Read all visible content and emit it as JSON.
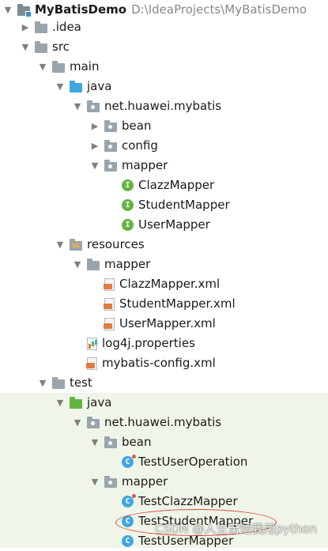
{
  "project": {
    "name": "MyBatisDemo",
    "path": "D:\\IdeaProjects\\MyBatisDemo"
  },
  "rows": [
    {
      "label": ".idea"
    },
    {
      "label": "src"
    },
    {
      "label": "main"
    },
    {
      "label": "java"
    },
    {
      "label": "net.huawei.mybatis"
    },
    {
      "label": "bean"
    },
    {
      "label": "config"
    },
    {
      "label": "mapper"
    },
    {
      "label": "ClazzMapper"
    },
    {
      "label": "StudentMapper"
    },
    {
      "label": "UserMapper"
    },
    {
      "label": "resources"
    },
    {
      "label": "mapper"
    },
    {
      "label": "ClazzMapper.xml"
    },
    {
      "label": "StudentMapper.xml"
    },
    {
      "label": "UserMapper.xml"
    },
    {
      "label": "log4j.properties"
    },
    {
      "label": "mybatis-config.xml"
    },
    {
      "label": "test"
    },
    {
      "label": "java"
    },
    {
      "label": "net.huawei.mybatis"
    },
    {
      "label": "bean"
    },
    {
      "label": "TestUserOperation"
    },
    {
      "label": "mapper"
    },
    {
      "label": "TestClazzMapper"
    },
    {
      "label": "TestStudentMapper"
    },
    {
      "label": "TestUserMapper"
    }
  ],
  "icons": {
    "interface_letter": "I",
    "class_letter": "C"
  },
  "watermark": "CSDN @人生苦短我用python",
  "colors": {
    "test_background": "#eff6e9",
    "highlight": "#e0453c"
  }
}
